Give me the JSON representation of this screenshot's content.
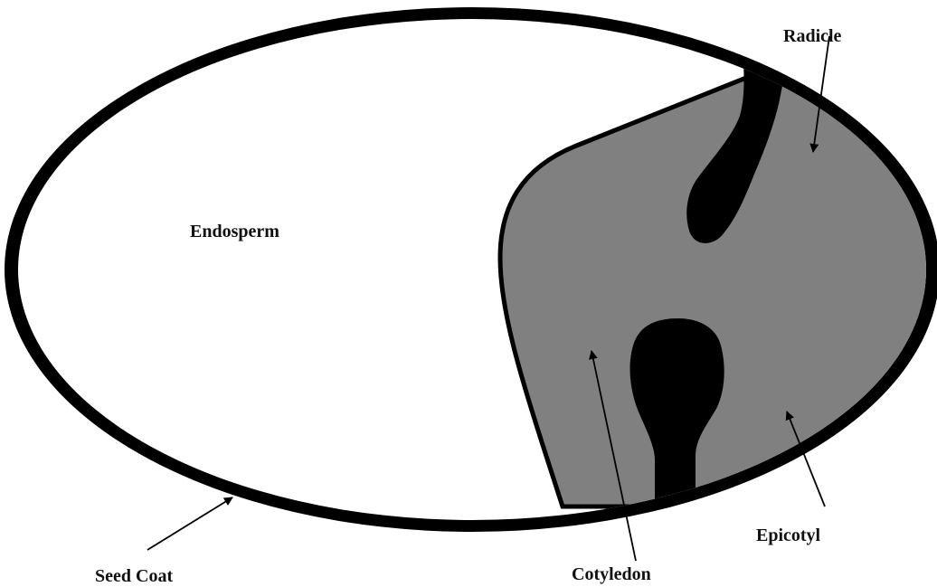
{
  "labels": {
    "endosperm": "Endosperm",
    "radicle": "Radicle",
    "cotyledon": "Cotyledon",
    "epicotyl": "Epicotyl",
    "seed_coat": "Seed Coat"
  },
  "colors": {
    "seed_coat": "#000000",
    "endosperm": "#ffffff",
    "embryo": "#808080",
    "embryo_parts": "#000000",
    "arrows": "#000000",
    "text": "#111111"
  }
}
